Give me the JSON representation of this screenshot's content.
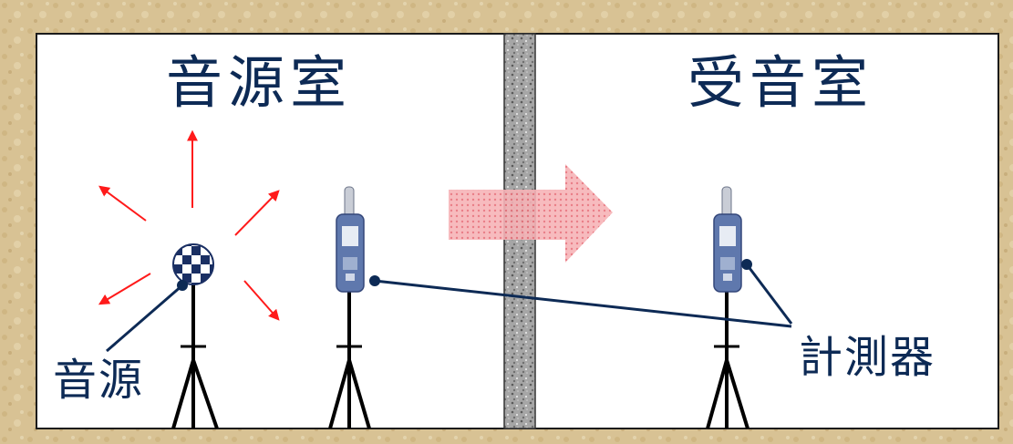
{
  "labels": {
    "source_room": "音源室",
    "receiving_room": "受音室",
    "sound_source": "音源",
    "measuring_instrument": "計測器"
  },
  "colors": {
    "frame": "#d6c090",
    "border": "#1b1b1b",
    "room_bg": "#ffffff",
    "text": "#0d2a55",
    "radiation_arrow": "#ff1a1a",
    "transmission_arrow": "#f29aa0",
    "wall": "#9a9a9a",
    "leader_line": "#0d2a55",
    "tripod": "#000000",
    "meter_body": "#5f78ad"
  },
  "icons": {
    "source": "checkered-sphere-icon",
    "meter": "sound-level-meter-icon",
    "stand": "tripod-icon",
    "transmission": "block-arrow-right-icon"
  }
}
